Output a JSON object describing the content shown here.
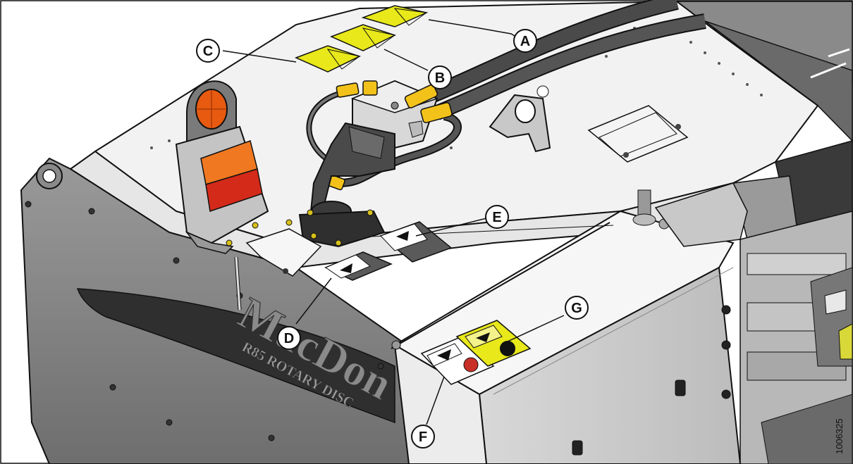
{
  "figure": {
    "number": "1006325",
    "brand_name": "MacDon",
    "brand_subtitle": "R85 ROTARY DISC"
  },
  "callouts": [
    {
      "id": "callout-a",
      "letter": "A"
    },
    {
      "id": "callout-b",
      "letter": "B"
    },
    {
      "id": "callout-c",
      "letter": "C"
    },
    {
      "id": "callout-d",
      "letter": "D"
    },
    {
      "id": "callout-e",
      "letter": "E"
    },
    {
      "id": "callout-f",
      "letter": "F"
    },
    {
      "id": "callout-g",
      "letter": "G"
    }
  ],
  "colors": {
    "decal_yellow": "#e8e81a",
    "reflector_amber": "#e85a10",
    "reflector_red": "#d42a1a",
    "reflector_orange": "#f07820",
    "hydraulic_fitting": "#f2c21a",
    "body_gray": "#d6d6d6",
    "dark_gray": "#5a5a5a",
    "outline": "#111111"
  }
}
